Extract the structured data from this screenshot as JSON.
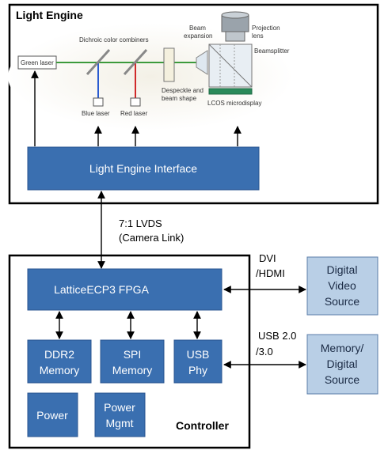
{
  "light_engine": {
    "title": "Light Engine",
    "interface_label": "Light Engine Interface",
    "optics": {
      "green_laser": "Green laser",
      "dichroic": "Dichroic color combiners",
      "blue_laser": "Blue laser",
      "red_laser": "Red laser",
      "despeckle_line1": "Despeckle and",
      "despeckle_line2": "beam shape",
      "beam_expansion_line1": "Beam",
      "beam_expansion_line2": "expansion",
      "projection_lens_line1": "Projection",
      "projection_lens_line2": "lens",
      "beamsplitter": "Beamsplitter",
      "lcos": "LCOS microdisplay"
    }
  },
  "link": {
    "line1": "7:1 LVDS",
    "line2": "(Camera Link)"
  },
  "controller": {
    "title": "Controller",
    "fpga": "LatticeECP3   FPGA",
    "ddr2_line1": "DDR2",
    "ddr2_line2": "Memory",
    "spi_line1": "SPI",
    "spi_line2": "Memory",
    "usbphy_line1": "USB",
    "usbphy_line2": "Phy",
    "power": "Power",
    "pmgmt_line1": "Power",
    "pmgmt_line2": "Mgmt"
  },
  "external": {
    "dvi_label_line1": "DVI",
    "dvi_label_line2": "/HDMI",
    "video_line1": "Digital",
    "video_line2": "Video",
    "video_line3": "Source",
    "usb_label_line1": "USB 2.0",
    "usb_label_line2": "/3.0",
    "mem_line1": "Memory/",
    "mem_line2": "Digital",
    "mem_line3": "Source"
  },
  "colors": {
    "block_blue": "#3a6fb0",
    "block_light": "#b9cfe6"
  }
}
